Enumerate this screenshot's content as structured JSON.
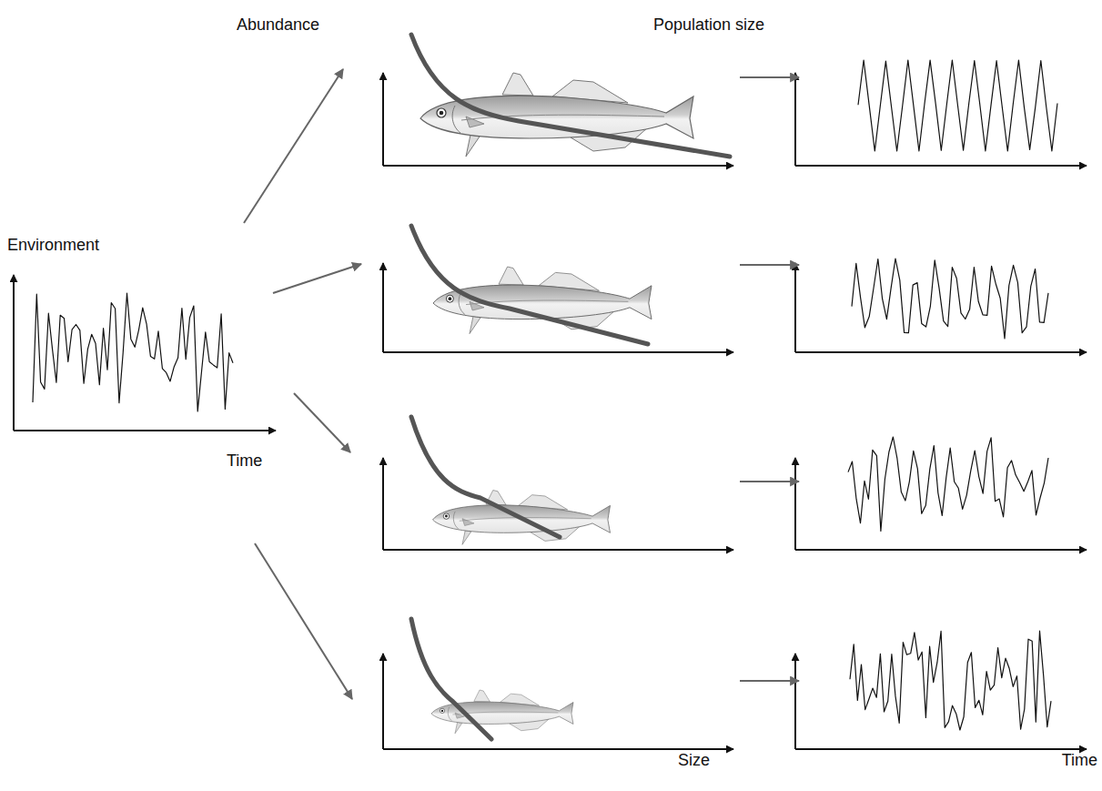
{
  "diagram": {
    "labels": [
      "Environment",
      "Time",
      "Abundance",
      "Population size",
      "Size",
      "Time"
    ]
  }
}
